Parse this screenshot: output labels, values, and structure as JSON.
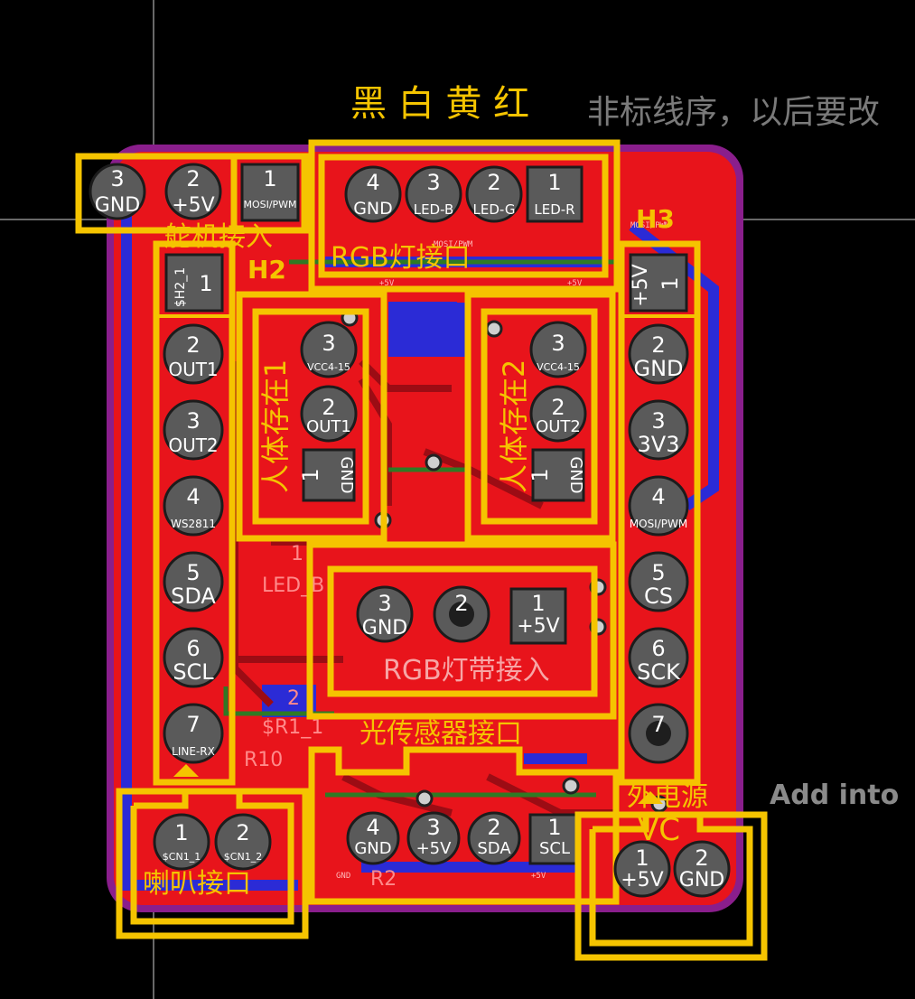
{
  "top_labels": {
    "wire_order": "黑  白  黄  红",
    "note": "非标线序，以后要改",
    "add_into": "Add  into"
  },
  "holes": {
    "h2": "H2",
    "h3": "H3"
  },
  "refs": {
    "r1": "$R1_1",
    "r2": "R2",
    "r10": "R10",
    "led": "LED_B",
    "one": "1",
    "two": "2"
  },
  "net_labels": {
    "mosi": "MOSI/PWM",
    "p5v": "+5V",
    "gnd": "GND"
  },
  "connectors": {
    "servo": {
      "label": "舵机接入",
      "pins": [
        {
          "num": "3",
          "name": "GND"
        },
        {
          "num": "2",
          "name": "+5V"
        },
        {
          "num": "1",
          "name": "MOSI/PWM"
        }
      ]
    },
    "rgb_light": {
      "label": "RGB灯接口",
      "pins": [
        {
          "num": "4",
          "name": "GND"
        },
        {
          "num": "3",
          "name": "LED-B"
        },
        {
          "num": "2",
          "name": "LED-G"
        },
        {
          "num": "1",
          "name": "LED-R"
        }
      ]
    },
    "left_header": {
      "pins": [
        {
          "num": "1",
          "name": "$H2_1"
        },
        {
          "num": "2",
          "name": "OUT1"
        },
        {
          "num": "3",
          "name": "OUT2"
        },
        {
          "num": "4",
          "name": "WS2811"
        },
        {
          "num": "5",
          "name": "SDA"
        },
        {
          "num": "6",
          "name": "SCL"
        },
        {
          "num": "7",
          "name": "LINE-RX"
        }
      ]
    },
    "pir1": {
      "label": "人体存在1",
      "pins": [
        {
          "num": "3",
          "name": "VCC4-15"
        },
        {
          "num": "2",
          "name": "OUT1"
        },
        {
          "num": "1",
          "name": "GND"
        }
      ]
    },
    "pir2": {
      "label": "人体存在2",
      "pins": [
        {
          "num": "3",
          "name": "VCC4-15"
        },
        {
          "num": "2",
          "name": "OUT2"
        },
        {
          "num": "1",
          "name": "GND"
        }
      ]
    },
    "right_header": {
      "pins": [
        {
          "num": "1",
          "name": "+5V"
        },
        {
          "num": "2",
          "name": "GND"
        },
        {
          "num": "3",
          "name": "3V3"
        },
        {
          "num": "4",
          "name": "MOSI/PWM"
        },
        {
          "num": "5",
          "name": "CS"
        },
        {
          "num": "6",
          "name": "SCK"
        },
        {
          "num": "7",
          "name": ""
        }
      ]
    },
    "rgb_strip": {
      "label": "RGB灯带接入",
      "pins": [
        {
          "num": "3",
          "name": "GND"
        },
        {
          "num": "2",
          "name": ""
        },
        {
          "num": "1",
          "name": "+5V"
        }
      ]
    },
    "light_sensor": {
      "label": "光传感器接口",
      "pins": [
        {
          "num": "4",
          "name": "GND"
        },
        {
          "num": "3",
          "name": "+5V"
        },
        {
          "num": "2",
          "name": "SDA"
        },
        {
          "num": "1",
          "name": "SCL"
        }
      ]
    },
    "speaker": {
      "label": "喇叭接口",
      "pins": [
        {
          "num": "1",
          "name": "$CN1_1"
        },
        {
          "num": "2",
          "name": "$CN1_2"
        }
      ]
    },
    "power": {
      "label": "外电源",
      "label2": "VC",
      "pins": [
        {
          "num": "1",
          "name": "+5V"
        },
        {
          "num": "2",
          "name": "GND"
        }
      ]
    }
  },
  "colors": {
    "background": "#000000",
    "copper": "#e8141b",
    "copper_dark": "#b0101a",
    "inner_trace": "#2b2bd6",
    "silkscreen": "#f5c400",
    "board_edge": "#8a1e8c"
  }
}
